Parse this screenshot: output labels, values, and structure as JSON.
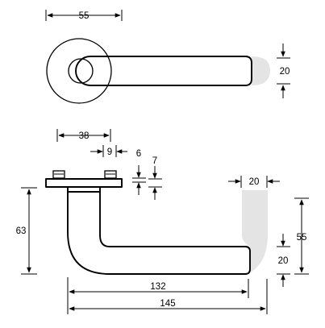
{
  "diagram": {
    "top_view": {
      "dim_rose_to_end": "55",
      "dim_handle_thickness": "20"
    },
    "side_view": {
      "dim_rose_width": "38",
      "dim_screw_spacing": "9",
      "dim_small_a": "6",
      "dim_small_b": "7",
      "dim_tip_width": "20",
      "dim_projection": "63",
      "dim_tip_height": "55",
      "dim_grip_thickness": "20",
      "dim_length_inner": "132",
      "dim_length_overall": "145"
    },
    "colors": {
      "line": "#000000",
      "tip_shade": "#e4e4e4",
      "background": "#ffffff"
    }
  }
}
